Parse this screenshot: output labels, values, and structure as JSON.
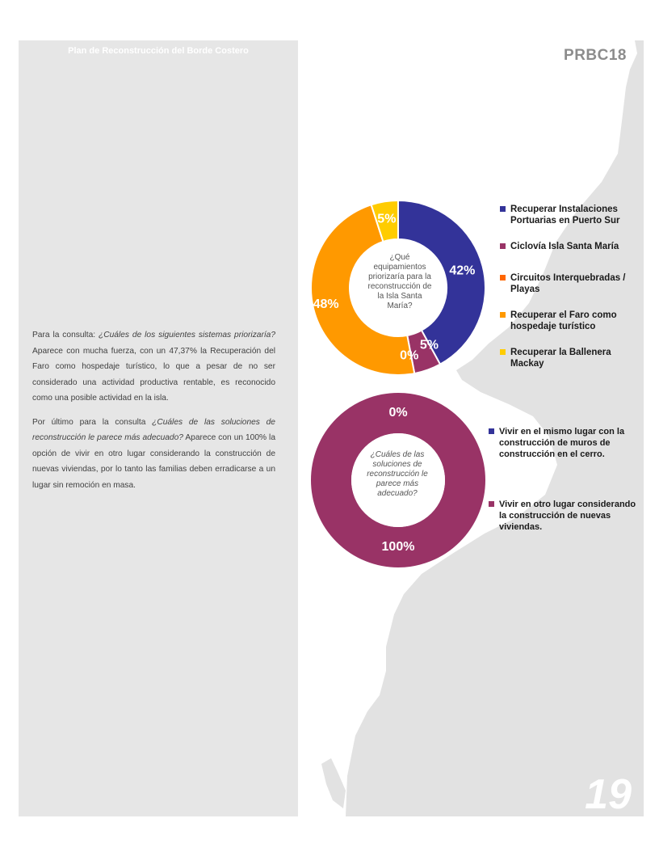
{
  "header": {
    "title": "Plan de Reconstrucción del Borde Costero",
    "code": "PRBC18"
  },
  "body": {
    "p1_a": "Para la consulta: ",
    "p1_q": "¿Cuáles de los siguientes sistemas priorizaría?",
    "p1_b": " Aparece con mucha fuerza, con un 47,37% la Recuperación del Faro como hospedaje turístico, lo que a pesar de no ser considerado una actividad productiva rentable, es reconocido como una posible actividad en la isla.",
    "p2_a": "Por último para la consulta ",
    "p2_q": "¿Cuáles de las soluciones de reconstrucción le parece más adecuado?",
    "p2_b": " Aparece con un 100% la opción de vivir en otro lugar considerando la construcción de nuevas viviendas, por lo tanto las familias deben erradicarse a un lugar sin remoción en masa."
  },
  "page_number": "19",
  "chart_data": [
    {
      "type": "pie",
      "center_label": "¿Qué equipamientos priorizaría para la reconstrucción de la Isla Santa María?",
      "slices": [
        {
          "label": "Recuperar Instalaciones Portuarias en Puerto Sur",
          "value": 42,
          "display": "42%",
          "color": "#333399"
        },
        {
          "label": "Ciclovía Isla Santa María",
          "value": 5,
          "display": "5%",
          "color": "#993366"
        },
        {
          "label": "Circuitos Interquebradas / Playas",
          "value": 0,
          "display": "0%",
          "color": "#ff6600"
        },
        {
          "label": "Recuperar el Faro como hospedaje turístico",
          "value": 48,
          "display": "48%",
          "color": "#ff9900"
        },
        {
          "label": "Recuperar la Ballenera Mackay",
          "value": 5,
          "display": "5%",
          "color": "#ffcc00"
        }
      ]
    },
    {
      "type": "pie",
      "center_label": "¿Cuáles de las soluciones de reconstrucción le parece más adecuado?",
      "slices": [
        {
          "label": "Vivir en el mismo lugar con la construcción de muros de construcción en el cerro.",
          "value": 0,
          "display": "0%",
          "color": "#333399"
        },
        {
          "label": "Vivir en otro lugar considerando la construcción de nuevas viviendas.",
          "value": 100,
          "display": "100%",
          "color": "#993366"
        }
      ]
    }
  ]
}
